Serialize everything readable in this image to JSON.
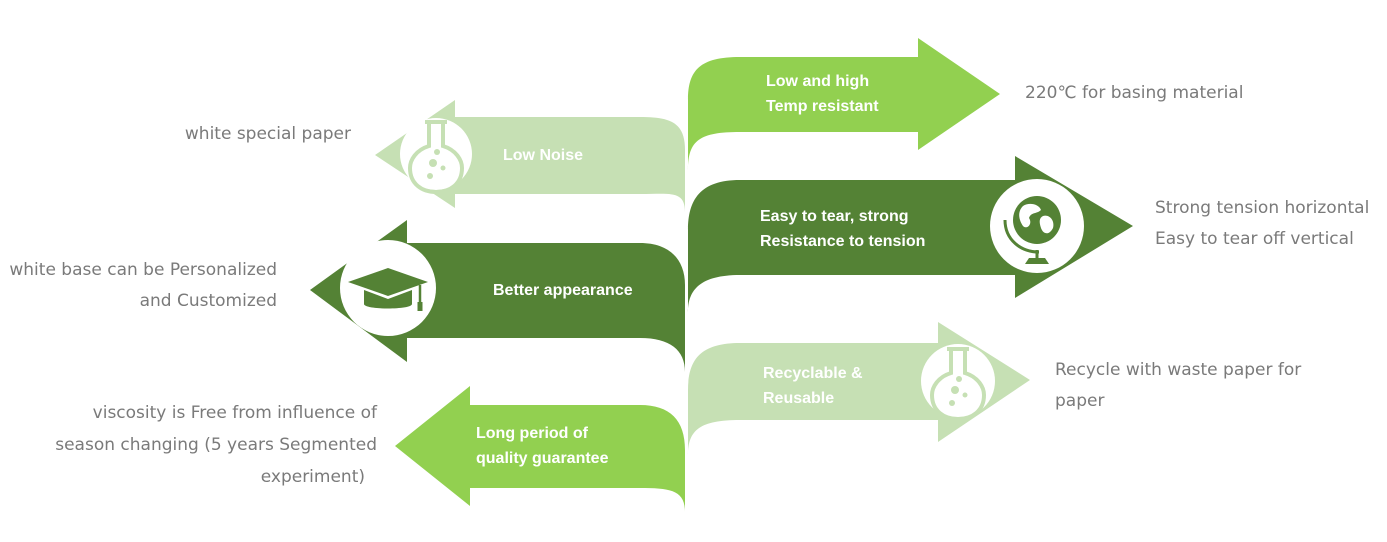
{
  "colors": {
    "light_green": "#c6e0b4",
    "bright_green": "#92d050",
    "dark_green": "#548235",
    "text_gray": "#7a7a7a",
    "white": "#ffffff"
  },
  "arrows": {
    "low_noise": {
      "label": "Low Noise",
      "description": "white special paper",
      "icon": "flask-icon"
    },
    "better_appearance": {
      "label": "Better appearance",
      "description": [
        "white base can be Personalized",
        "and Customized"
      ],
      "icon": "graduation-cap-icon"
    },
    "long_period": {
      "label": [
        "Long period of",
        "quality guarantee"
      ],
      "description": [
        "viscosity is Free from influence of",
        "season changing (5 years Segmented",
        "experiment)"
      ]
    },
    "temp_resistant": {
      "label": [
        "Low and high",
        "Temp resistant"
      ],
      "description": "220℃ for basing material"
    },
    "easy_to_tear": {
      "label": [
        "Easy to tear, strong",
        "Resistance to tension"
      ],
      "description": [
        "Strong tension horizontal",
        "Easy to tear off vertical"
      ],
      "icon": "globe-icon"
    },
    "recyclable": {
      "label": [
        "Recyclable &",
        "Reusable"
      ],
      "description": [
        "Recycle with waste paper for",
        "paper"
      ],
      "icon": "flask-icon"
    }
  }
}
